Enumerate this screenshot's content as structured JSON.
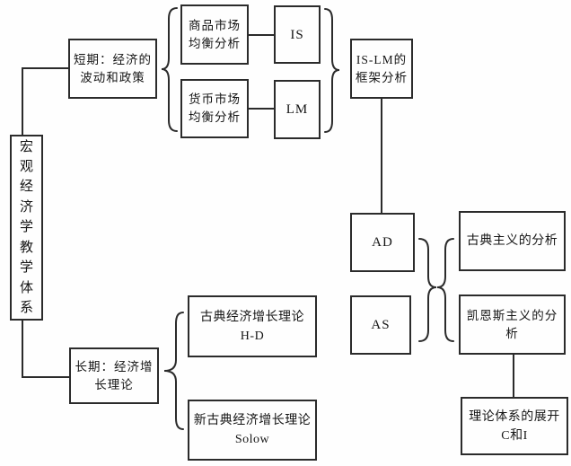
{
  "diagram_title": "宏观经济学教学体系",
  "colors": {
    "line": "#2b2b2b",
    "box_border": "#2b2b2b",
    "background": "#fefefe",
    "text": "#151515"
  },
  "nodes": {
    "root": "宏观经济学教学体系",
    "short_term": "短期：经济的\n波动和政策",
    "goods_market": "商品市场\n均衡分析",
    "is": "IS",
    "money_market": "货币市场\n均衡分析",
    "lm": "LM",
    "islm_framework": "IS-LM的\n框架分析",
    "ad": "AD",
    "as": "AS",
    "classical_analysis": "古典主义的分析",
    "keynesian_analysis": "凯恩斯主义的分析",
    "theory_expansion": "理论体系的展开\nC和I",
    "long_term": "长期：经济增\n长理论",
    "classical_growth": "古典经济增长理论\nH-D",
    "neoclassical_growth": "新古典经济增长理论\nSolow"
  },
  "relations": [
    {
      "from": "root",
      "to": "short_term",
      "type": "line"
    },
    {
      "from": "root",
      "to": "long_term",
      "type": "line"
    },
    {
      "from": "short_term",
      "to": [
        "goods_market",
        "money_market"
      ],
      "type": "brace"
    },
    {
      "from": "goods_market",
      "to": "is",
      "type": "line"
    },
    {
      "from": "money_market",
      "to": "lm",
      "type": "line"
    },
    {
      "from": [
        "is",
        "lm"
      ],
      "to": "islm_framework",
      "type": "brace"
    },
    {
      "from": "islm_framework",
      "to": "ad",
      "type": "line"
    },
    {
      "from": [
        "ad",
        "as"
      ],
      "to": [
        "classical_analysis",
        "keynesian_analysis"
      ],
      "type": "double-brace"
    },
    {
      "from": "keynesian_analysis",
      "to": "theory_expansion",
      "type": "line"
    },
    {
      "from": "long_term",
      "to": [
        "classical_growth",
        "neoclassical_growth"
      ],
      "type": "brace"
    }
  ]
}
